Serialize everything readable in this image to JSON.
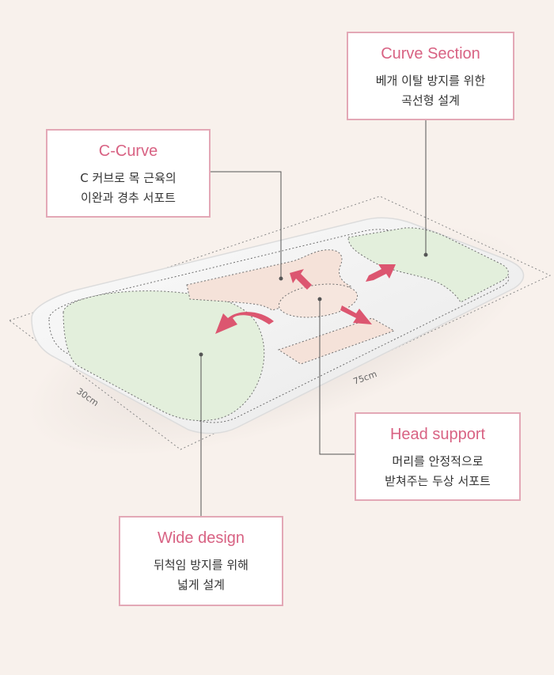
{
  "callouts": {
    "c_curve": {
      "title": "C-Curve",
      "desc1": "C 커브로 목 근육의",
      "desc2": "이완과 경추 서포트"
    },
    "curve_section": {
      "title": "Curve Section",
      "desc1": "베개 이탈 방지를 위한",
      "desc2": "곡선형 설계"
    },
    "head_support": {
      "title": "Head support",
      "desc1": "머리를 안정적으로",
      "desc2": "받쳐주는 두상 서포트"
    },
    "wide_design": {
      "title": "Wide design",
      "desc1": "뒤척임 방지를 위해",
      "desc2": "넓게 설계"
    }
  },
  "dimensions": {
    "width_label": "30cm",
    "length_label": "75cm"
  },
  "colors": {
    "accent_pink": "#d86283",
    "callout_border": "#e3a8b6",
    "arrow": "#dc5670",
    "mint_zone": "#e3efdc",
    "peach_zone": "#f5e2d9",
    "background": "#f8f1ec"
  }
}
